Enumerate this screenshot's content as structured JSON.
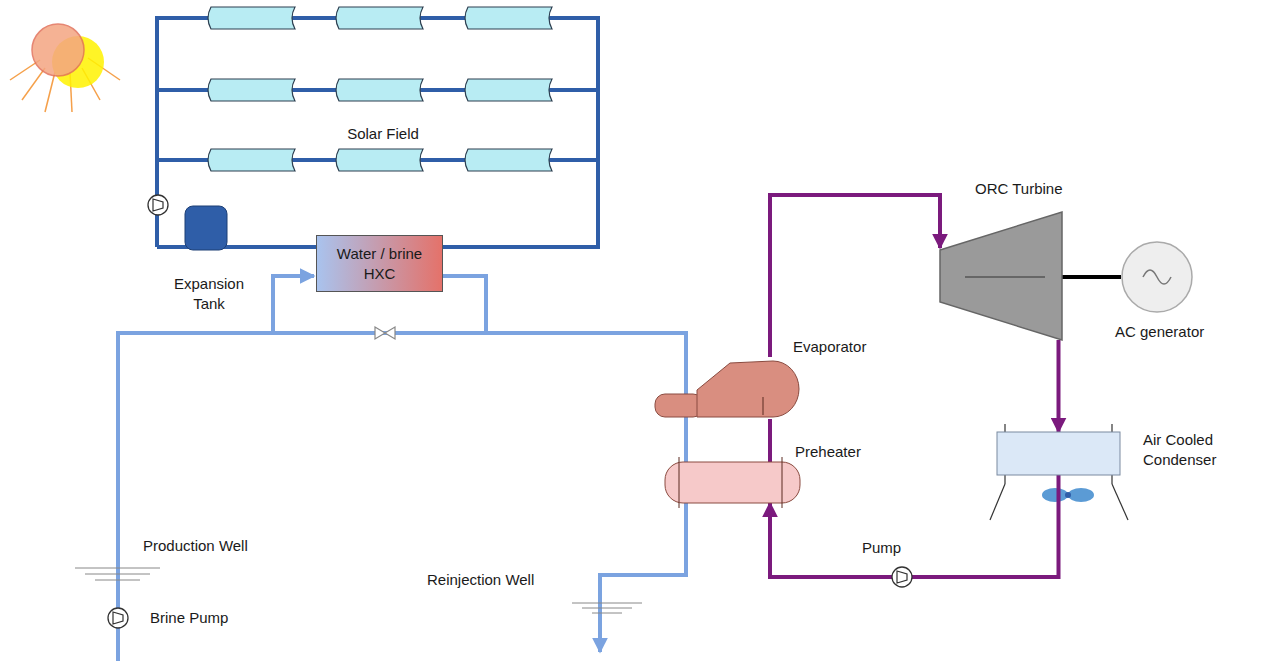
{
  "diagram": {
    "nodes": [
      {
        "text": [
          "Water / brine HXC"
        ]
      },
      {
        "text": [
          "ORC Turbine"
        ]
      },
      {
        "text": [
          "AC generator"
        ]
      },
      {
        "text": [
          "Evaporator"
        ]
      },
      {
        "text": [
          "Preheater"
        ]
      },
      {
        "text": [
          "Air Cooled Condenser"
        ]
      },
      {
        "text": [
          "Pump"
        ]
      }
    ],
    "edges": [
      {
        "from": 6,
        "to": 4,
        "arrow": "to"
      },
      {
        "from": 4,
        "to": 3,
        "arrow": "none"
      },
      {
        "from": 3,
        "to": 1,
        "arrow": "to"
      },
      {
        "from": 1,
        "to": 5,
        "arrow": "to"
      },
      {
        "from": 5,
        "to": 6,
        "arrow": "none"
      },
      {
        "from": 1,
        "to": 2,
        "arrow": "none"
      }
    ],
    "labels": [
      "Solar Field",
      "Expansion Tank",
      "Production Well",
      "Brine Pump",
      "Reinjection Well"
    ]
  }
}
